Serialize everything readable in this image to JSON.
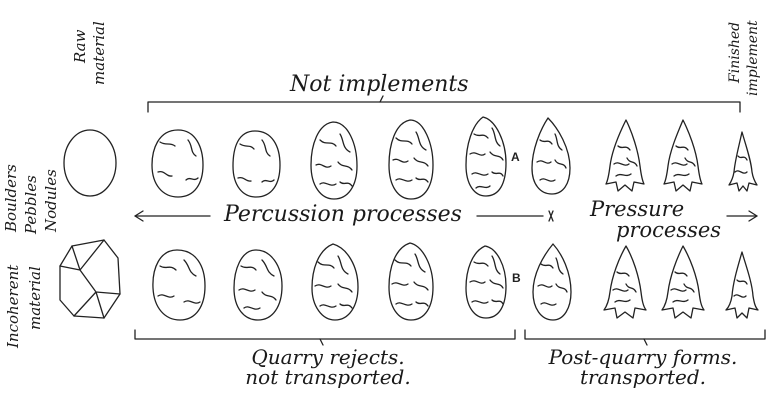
{
  "labels": {
    "boulders": "Boulders",
    "pebbles": "Pebbles",
    "nodules": "Nodules",
    "raw": "Raw",
    "material": "material",
    "finished": "Finished",
    "implement": "implement",
    "incoherent": "Incoherent",
    "incoherent_material": "material",
    "not_implements": "Not implements",
    "percussion": "Percussion processes",
    "pressure": "Pressure",
    "processes": "processes",
    "row_a": "A",
    "row_b": "B",
    "quarry_line1": "Quarry rejects.",
    "quarry_line2": "not transported.",
    "post_line1": "Post-quarry forms.",
    "post_line2": "transported."
  }
}
